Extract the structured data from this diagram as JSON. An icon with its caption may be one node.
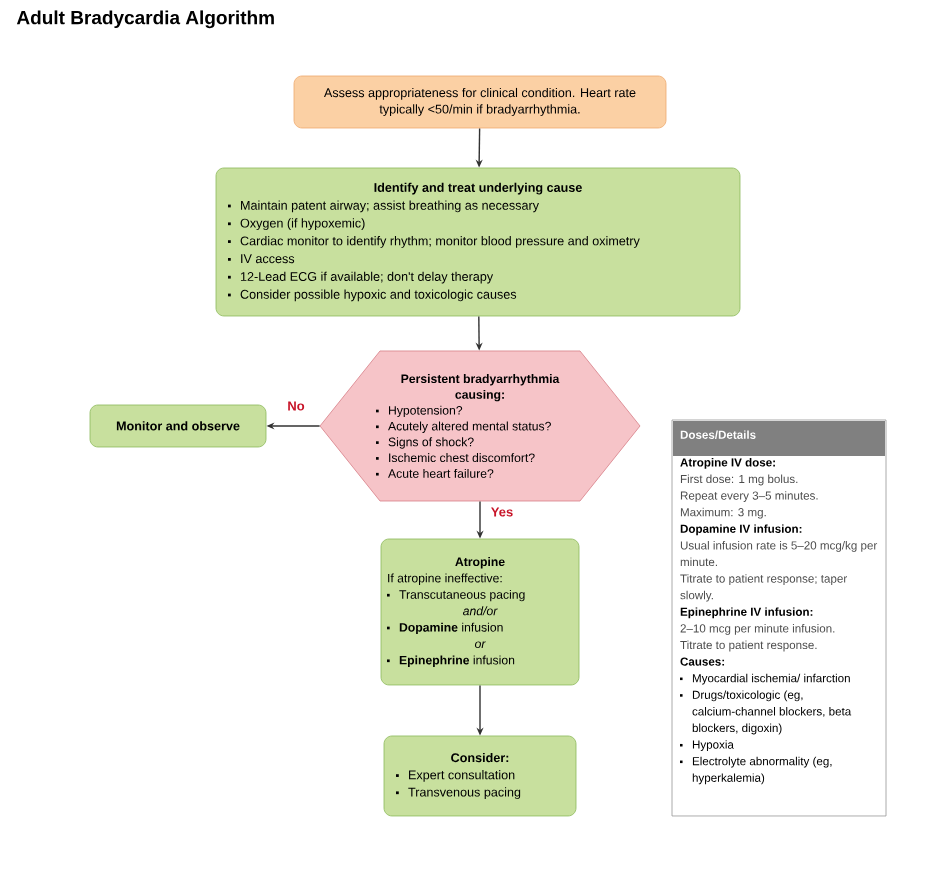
{
  "diagram": {
    "title": "Adult Bradycardia Algorithm",
    "nodes": [
      {
        "text": [
          "Assess appropriateness for clinical condition. Heart rate typically <50/min if bradyarrhythmia."
        ]
      },
      {
        "text": [
          "Identify and treat underlying cause",
          "Maintain patent airway; assist breathing as necessary",
          "Oxygen (if hypoxemic)",
          "Cardiac monitor to identify rhythm; monitor blood pressure and oximetry",
          "IV access",
          "12-Lead ECG if available; don't delay therapy",
          "Consider possible hypoxic and toxicologic causes"
        ]
      },
      {
        "text": [
          "Persistent bradyarrhythmia causing:",
          "Hypotension?",
          "Acutely altered mental status?",
          "Signs of shock?",
          "Ischemic chest discomfort?",
          "Acute heart failure?"
        ]
      },
      {
        "text": [
          "Monitor and observe"
        ]
      },
      {
        "text": [
          "Atropine",
          "If atropine ineffective:",
          "Transcutaneous pacing",
          "and/or",
          "**Dopamine** infusion",
          "or",
          "**Epinephrine** infusion"
        ]
      },
      {
        "text": [
          "Consider:",
          "Expert consultation",
          "Transvenous pacing"
        ]
      },
      {
        "text": [
          "Doses/Details",
          "Atropine IV dose:",
          "First dose: 1 mg bolus.",
          "Repeat every 3–5 minutes.",
          "Maximum: 3 mg.",
          "Dopamine IV infusion:",
          "Usual infusion rate is 5–20 mcg/kg per minute.",
          "Titrate to patient response; taper slowly.",
          "Epinephrine IV infusion:",
          "2–10 mcg per minute infusion.",
          "Titrate to patient response.",
          "Causes:",
          "Myocardial ischemia/ infarction",
          "Drugs/toxicologic (eg, calcium-channel blockers, beta blockers, digoxin)",
          "Hypoxia",
          "Electrolyte abnormality (eg, hyperkalemia)"
        ]
      }
    ],
    "edges": [
      {
        "from": 0,
        "to": 1,
        "arrow": "to"
      },
      {
        "from": 1,
        "to": 2,
        "arrow": "to"
      },
      {
        "from": 2,
        "to": 3,
        "arrow": "to",
        "label": "No"
      },
      {
        "from": 2,
        "to": 4,
        "arrow": "to",
        "label": "Yes"
      },
      {
        "from": 4,
        "to": 5,
        "arrow": "to"
      }
    ]
  }
}
